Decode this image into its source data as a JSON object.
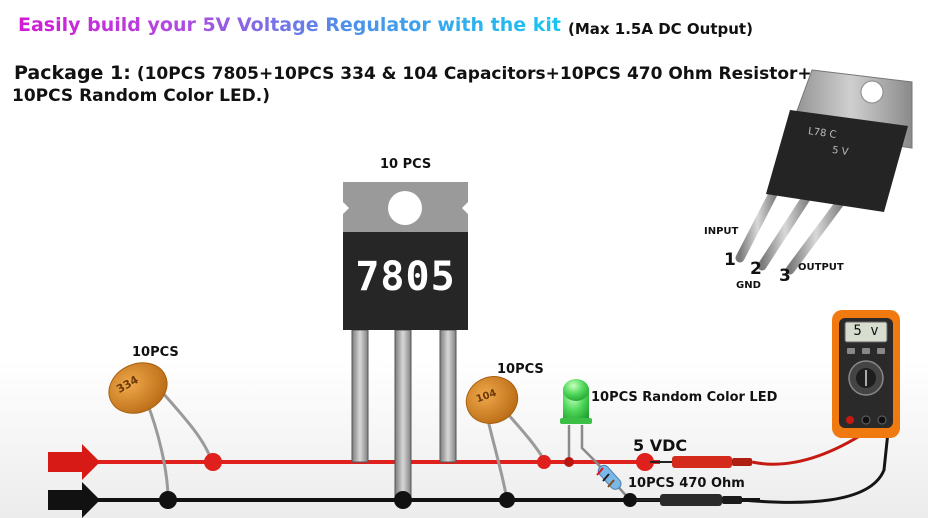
{
  "title": "Easily build your 5V Voltage Regulator with the kit",
  "max_output": "(Max 1.5A DC Output)",
  "package_lead": "Package 1:",
  "package_line1": "(10PCS 7805+10PCS 334 & 104 Capacitors+10PCS 470 Ohm Resistor+",
  "package_line2": "10PCS Random Color LED.)",
  "regulator": {
    "qty": "10 PCS",
    "part": "7805"
  },
  "capacitor_334": {
    "qty": "10PCS",
    "code": "334"
  },
  "capacitor_104": {
    "qty": "10PCS",
    "code": "104"
  },
  "led_label": "10PCS Random Color LED",
  "resistor_label": "10PCS 470 Ohm",
  "output_label": "5 VDC",
  "meter_display": "5 v",
  "pinout": {
    "input_label": "INPUT",
    "gnd_label": "GND",
    "output_label": "OUTPUT",
    "pin1": "1",
    "pin2": "2",
    "pin3": "3",
    "package_marking_line1": "L78 C",
    "package_marking_line2": "5 V"
  },
  "colors": {
    "positive_wire": "#e0201c",
    "ground_wire": "#111111",
    "meter_body": "#f07a10",
    "cap_body": "#d98a26",
    "led": "#3fcf4a"
  }
}
